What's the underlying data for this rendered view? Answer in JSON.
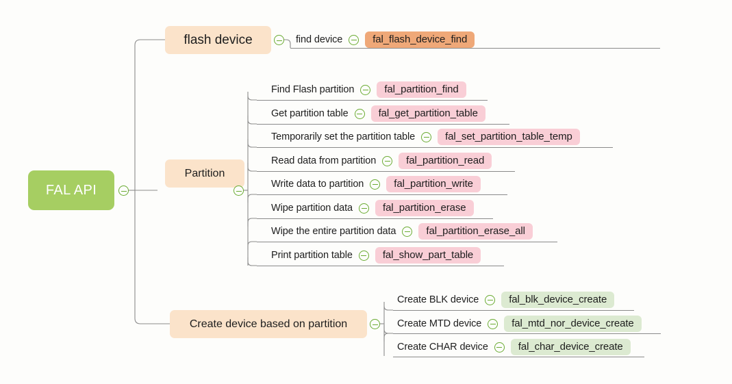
{
  "title": "FAL API",
  "colors": {
    "background": "#fdfdfb",
    "root": "#a6ce62",
    "branch": "#fbe3ca",
    "tag_orange": "#efa878",
    "tag_pink": "#f9ced6",
    "tag_green": "#dcead1",
    "connector": "#8a8a8a",
    "toggle": "#6aab32"
  },
  "root": {
    "label": "FAL API",
    "toggle_icon": "collapse-toggle-icon"
  },
  "branches": [
    {
      "label": "flash device",
      "toggle_icon": "collapse-toggle-icon",
      "tag_color": "orange",
      "children": [
        {
          "label": "find device",
          "tag": "fal_flash_device_find"
        }
      ]
    },
    {
      "label": "Partition",
      "toggle_icon": "collapse-toggle-icon",
      "tag_color": "pink",
      "children": [
        {
          "label": "Find Flash partition",
          "tag": "fal_partition_find"
        },
        {
          "label": "Get partition table",
          "tag": "fal_get_partition_table"
        },
        {
          "label": "Temporarily set the partition table",
          "tag": "fal_set_partition_table_temp"
        },
        {
          "label": "Read data from partition",
          "tag": "fal_partition_read"
        },
        {
          "label": "Write data to partition",
          "tag": "fal_partition_write"
        },
        {
          "label": "Wipe partition data",
          "tag": "fal_partition_erase"
        },
        {
          "label": "Wipe the entire partition data",
          "tag": "fal_partition_erase_all"
        },
        {
          "label": "Print partition table",
          "tag": "fal_show_part_table"
        }
      ]
    },
    {
      "label": "Create device based on partition",
      "toggle_icon": "collapse-toggle-icon",
      "tag_color": "green",
      "children": [
        {
          "label": "Create BLK device",
          "tag": "fal_blk_device_create"
        },
        {
          "label": "Create MTD device",
          "tag": "fal_mtd_nor_device_create"
        },
        {
          "label": "Create CHAR device",
          "tag": "fal_char_device_create"
        }
      ]
    }
  ]
}
